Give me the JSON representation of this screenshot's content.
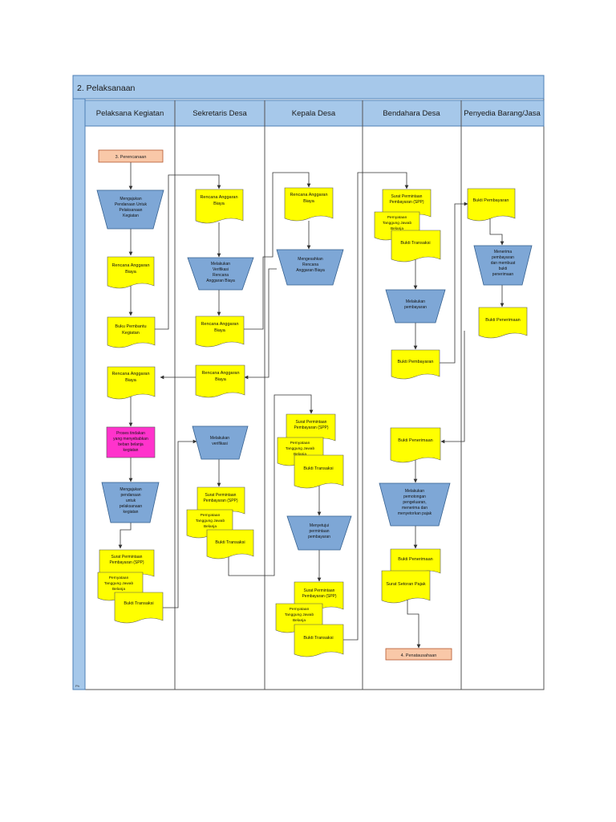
{
  "section_title": "2. Pelaksanaan",
  "corner_label": "Ph",
  "colors": {
    "header_bg": "#a6c8ea",
    "header_border": "#4d7fb5",
    "lane_header_bg": "#a6c8ea",
    "side_strip": "#a6c8ea",
    "document": "#ffff00",
    "process": "#7ea7d6",
    "process_border": "#35608f",
    "highlight": "#ff33cc",
    "connector": "#f9c8a8",
    "line": "#333333"
  },
  "lanes": [
    {
      "label": "Pelaksana Kegiatan"
    },
    {
      "label": "Sekretaris Desa"
    },
    {
      "label": "Kepala Desa"
    },
    {
      "label": "Bendahara Desa"
    },
    {
      "label": "Penyedia Barang/Jasa"
    }
  ],
  "connectors": {
    "start": "3. Perencanaan",
    "end": "4. Penatausahaan"
  },
  "pk": {
    "proc1": [
      "Mengajukan",
      "Pendanaan Untuk",
      "Pelaksanaan",
      "Kegiatan"
    ],
    "doc1": [
      "Rencana Anggaran",
      "Biaya"
    ],
    "doc2": [
      "Buku Pembantu",
      "Kegiatan"
    ],
    "doc3": [
      "Rencana Anggaran",
      "Biaya"
    ],
    "pink": [
      "Proses tindakan",
      "yang menyebabkan",
      "beban belanja",
      "kegiatan"
    ],
    "proc2": [
      "Mengajukan",
      "pendanaan",
      "untuk",
      "pelaksanaan",
      "kegiatan"
    ],
    "spp": [
      "Surat Permintaan",
      "Pembayaran (SPP)"
    ],
    "sptj": [
      "Pernyataan",
      "Tanggung Jawab",
      "Belanja"
    ],
    "bukti": "Bukti Transaksi"
  },
  "sd": {
    "doc1": [
      "Rencana Anggaran",
      "Biaya"
    ],
    "proc1": [
      "Melakukan",
      "Verifikasi",
      "Rencana",
      "Anggaran Biaya"
    ],
    "doc2": [
      "Rencana Anggaran",
      "Biaya"
    ],
    "doc3": [
      "Rencana Anggaran",
      "Biaya"
    ],
    "proc2": [
      "Melakukan",
      "verifikasi"
    ],
    "spp": [
      "Surat Permintaan",
      "Pembayaran (SPP)"
    ],
    "sptj": [
      "Pernyataan",
      "Tanggung Jawab",
      "Belanja"
    ],
    "bukti": "Bukti Transaksi"
  },
  "kd": {
    "doc1": [
      "Rencana Anggaran",
      "Biaya"
    ],
    "proc1": [
      "Mengesahkan",
      "Rencana",
      "Anggaran Biaya"
    ],
    "spp1": [
      "Surat Permintaan",
      "Pembayaran (SPP)"
    ],
    "sptj1": [
      "Pernyataan",
      "Tanggung Jawab",
      "Belanja"
    ],
    "bukti1": "Bukti Transaksi",
    "proc2": [
      "Menyetujui",
      "permintaan",
      "pembayaran"
    ],
    "spp2": [
      "Surat Permintaan",
      "Pembayaran (SPP)"
    ],
    "sptj2": [
      "Pernyataan",
      "Tanggung Jawab",
      "Belanja"
    ],
    "bukti2": "Bukti Transaksi"
  },
  "bd": {
    "spp": [
      "Surat Permintaan",
      "Pembayaran (SPP)"
    ],
    "sptj": [
      "Pernyataan",
      "Tanggung Jawab",
      "Belanja"
    ],
    "bukti": "Bukti Transaksi",
    "proc1": [
      "Melakukan",
      "pembayaran"
    ],
    "bayar": "Bukti Pembayaran",
    "terima": "Bukti Penerimaan",
    "proc2": [
      "Melakukan",
      "pemotongan",
      "pengeluaran,",
      "menerima dan",
      "menyetorkan pajak"
    ],
    "terima2": "Bukti Penerimaan",
    "ssp": "Surat Setoran Pajak"
  },
  "pb": {
    "bayar": "Bukti Pembayaran",
    "proc1": [
      "Menerima",
      "pembayaran",
      "dan membuat",
      "bukti",
      "penerimaan"
    ],
    "terima": "Bukti Penerimaan"
  }
}
